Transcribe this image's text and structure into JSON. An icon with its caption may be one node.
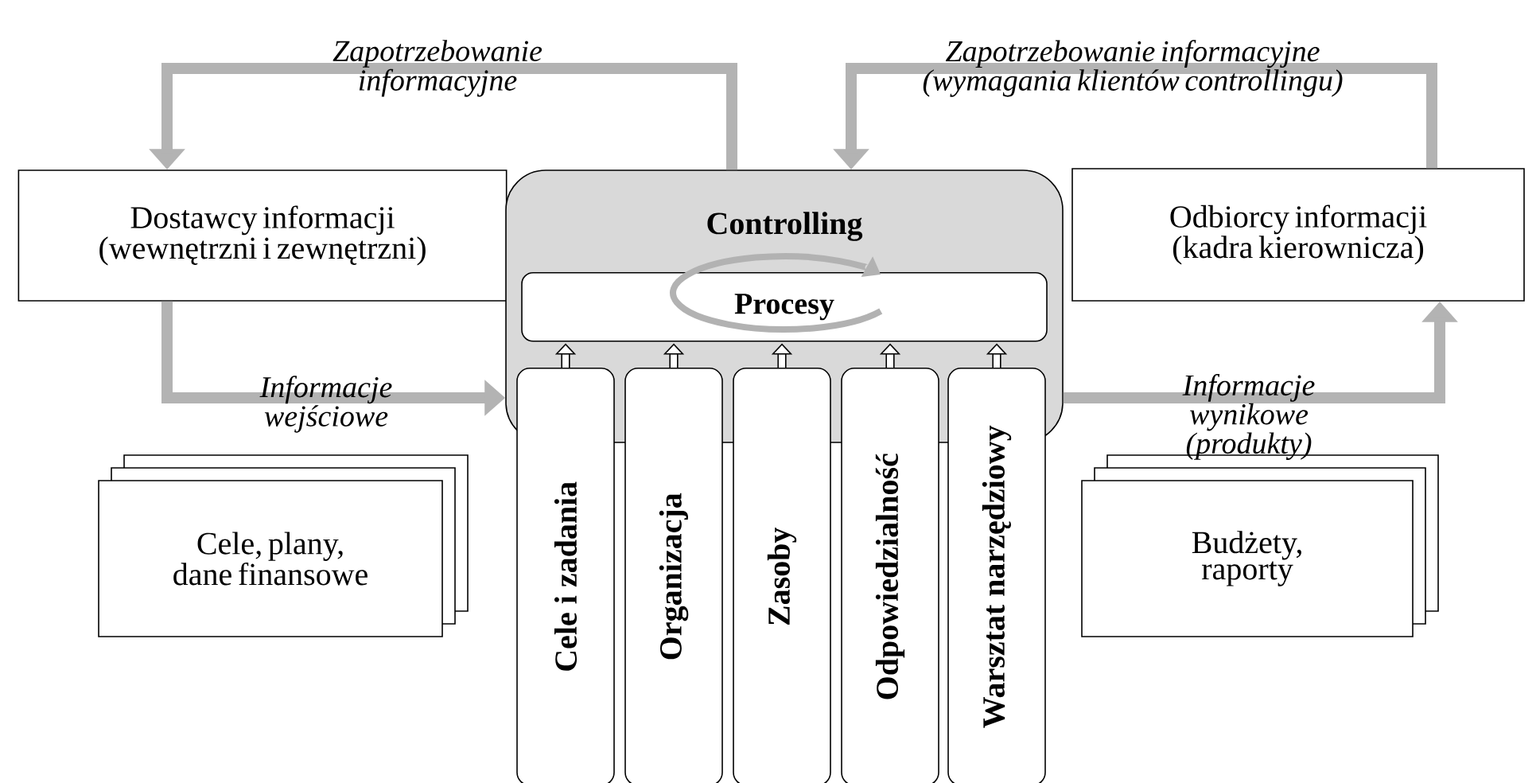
{
  "diagram": {
    "nodes": [
      {
        "text": [
          "Dostawcy informacji (wewnętrzni i zewnętrzni)"
        ]
      },
      {
        "text": [
          "Controlling"
        ]
      },
      {
        "text": [
          "Procesy"
        ],
        "in": 1
      },
      {
        "text": [
          "Cele i zadania"
        ]
      },
      {
        "text": [
          "Organizacja"
        ]
      },
      {
        "text": [
          "Zasoby"
        ]
      },
      {
        "text": [
          "Odpowiedzialność"
        ]
      },
      {
        "text": [
          "Warsztat narzędziowy"
        ]
      },
      {
        "text": [
          "Odbiorcy informacji (kadra  kierownicza)"
        ]
      },
      {
        "text": [
          "Cele, plany, dane finansowe"
        ]
      },
      {
        "text": [
          "Budżety, raporty"
        ]
      }
    ],
    "edges": [
      {
        "from": 1,
        "to": 0,
        "arrow": "to",
        "label": "Zapotrzebowanie informacyjne",
        "color": "#b3b3b3"
      },
      {
        "from": 8,
        "to": 1,
        "arrow": "to",
        "label": "Zapotrzebowanie informacyjne (wymagania klientów controllingu)",
        "color": "#b3b3b3"
      },
      {
        "from": 0,
        "to": 1,
        "arrow": "to",
        "label": "Informacje wejściowe",
        "color": "#b3b3b3"
      },
      {
        "from": 1,
        "to": 8,
        "arrow": "to",
        "label": "Informacje wynikowe (produkty)",
        "color": "#b3b3b3"
      },
      {
        "from": 3,
        "to": 2,
        "arrow": "to"
      },
      {
        "from": 4,
        "to": 2,
        "arrow": "to"
      },
      {
        "from": 5,
        "to": 2,
        "arrow": "to"
      },
      {
        "from": 6,
        "to": 2,
        "arrow": "to"
      },
      {
        "from": 7,
        "to": 2,
        "arrow": "to"
      }
    ]
  }
}
